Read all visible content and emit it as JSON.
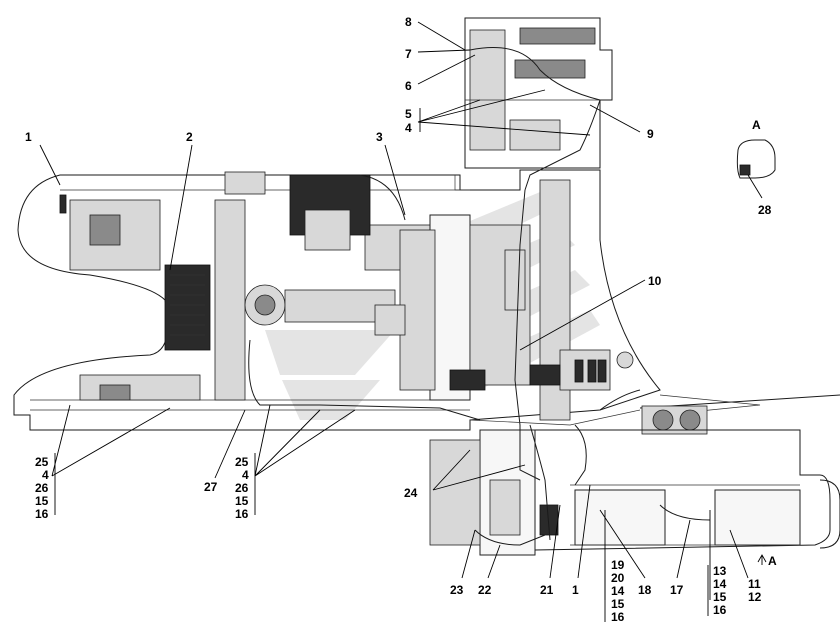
{
  "callouts": {
    "c1": "1",
    "c2": "2",
    "c3": "3",
    "c4": "4",
    "c5": "5",
    "c6": "6",
    "c7": "7",
    "c8": "8",
    "c9": "9",
    "c10": "10",
    "c28": "28",
    "view_a": "A",
    "view_a_arrow": "A",
    "c27": "27",
    "c24": "24",
    "c23": "23",
    "c22": "22",
    "c21": "21",
    "c1b": "1",
    "c18": "18",
    "c17": "17",
    "c11": "11",
    "c12": "12"
  },
  "stacks": {
    "left": [
      "25",
      "4",
      "26",
      "15",
      "16"
    ],
    "mid": [
      "25",
      "4",
      "26",
      "15",
      "16"
    ],
    "s19": [
      "19",
      "20",
      "14",
      "15",
      "16"
    ],
    "s13": [
      "13",
      "14",
      "15",
      "16"
    ],
    "s45": [
      "5",
      "4"
    ]
  }
}
